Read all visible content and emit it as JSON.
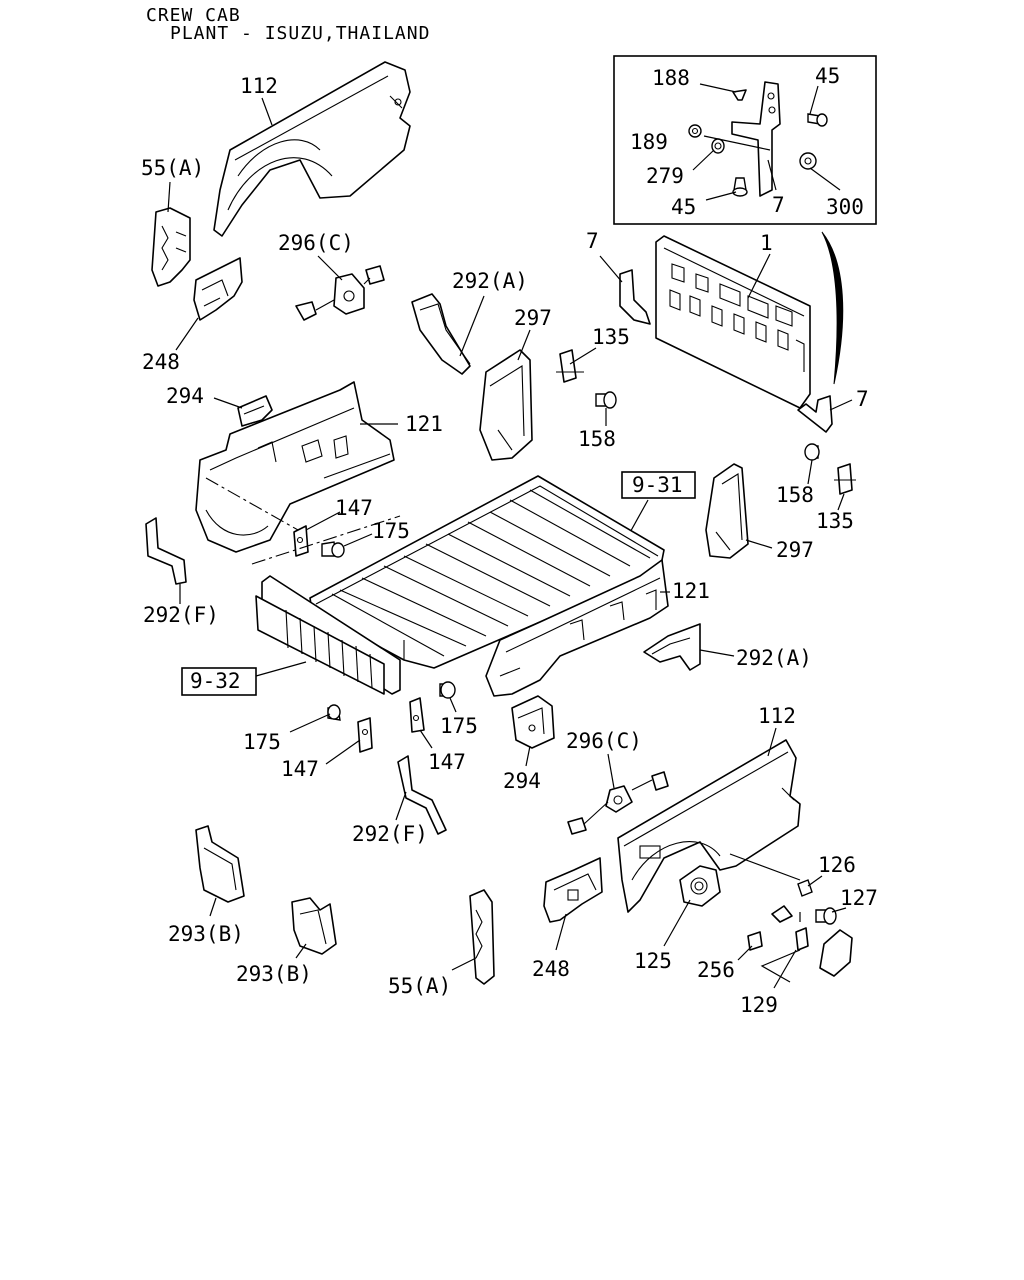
{
  "header": {
    "line1": "CREW CAB",
    "line2": "PLANT - ISUZU,THAILAND"
  },
  "refs": {
    "ref_9_31": "9-31",
    "ref_9_32": "9-32"
  },
  "labels": {
    "l112_top": "112",
    "l55a_top": "55(A)",
    "l296c_top": "296(C)",
    "l248_top": "248",
    "l292a_top": "292(A)",
    "l297_left": "297",
    "l294_top": "294",
    "l121_left": "121",
    "l147_top": "147",
    "l175_top": "175",
    "l292f_left": "292(F)",
    "l7_upper": "7",
    "l1": "1",
    "l135_upper": "135",
    "l158_upper": "158",
    "l7_right": "7",
    "l158_right": "158",
    "l135_right": "135",
    "l297_right": "297",
    "l121_right": "121",
    "l292a_right": "292(A)",
    "l175_mid_left": "175",
    "l147_mid_left": "147",
    "l175_mid": "175",
    "l147_mid": "147",
    "l294_bottom": "294",
    "l296c_bottom": "296(C)",
    "l292f_bottom": "292(F)",
    "l112_bottom": "112",
    "l126": "126",
    "l127": "127",
    "l293b_upper": "293(B)",
    "l293b_lower": "293(B)",
    "l55a_bottom": "55(A)",
    "l248_bottom": "248",
    "l125": "125",
    "l256": "256",
    "l129": "129"
  },
  "inset": {
    "l188": "188",
    "l45_top": "45",
    "l189": "189",
    "l279": "279",
    "l45_bottom": "45",
    "l7": "7",
    "l300": "300"
  }
}
